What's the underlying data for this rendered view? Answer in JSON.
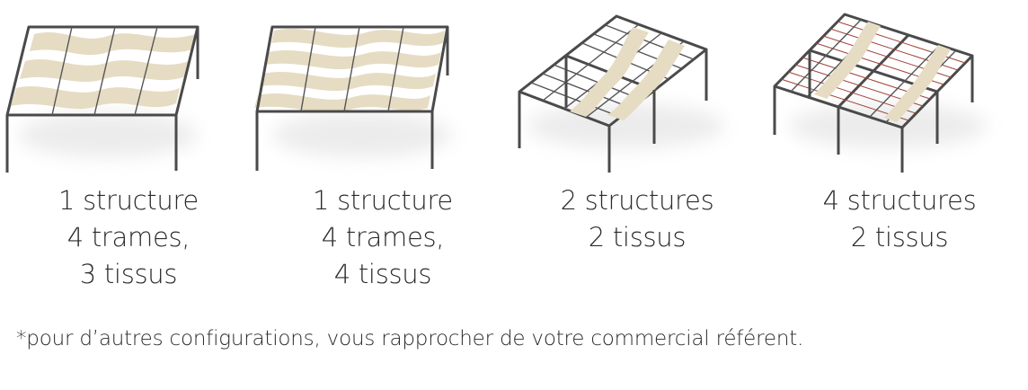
{
  "figures": [
    {
      "line1": "1 structure",
      "line2": "4 trames,",
      "line3": "3 tissus"
    },
    {
      "line1": "1 structure",
      "line2": "4 trames,",
      "line3": "4 tissus"
    },
    {
      "line1": "2 structures",
      "line2": "2 tissus",
      "line3": ""
    },
    {
      "line1": "4 structures",
      "line2": "2 tissus",
      "line3": ""
    }
  ],
  "footnote": "*pour d’autres configurations, vous rapprocher de votre commercial référent.",
  "colors": {
    "frame": "#4a4a4a",
    "fabric": "#e6dcc3",
    "accent": "#a0433a"
  }
}
